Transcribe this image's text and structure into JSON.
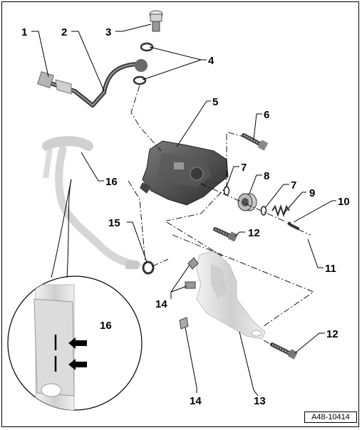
{
  "callouts": {
    "c1": "1",
    "c2": "2",
    "c3": "3",
    "c4": "4",
    "c5": "5",
    "c6": "6",
    "c7a": "7",
    "c7b": "7",
    "c8": "8",
    "c9": "9",
    "c10": "10",
    "c11": "11",
    "c12a": "12",
    "c12b": "12",
    "c13": "13",
    "c14a": "14",
    "c14b": "14",
    "c15": "15",
    "c16a": "16",
    "c16b": "16"
  },
  "reference": "A48-10414",
  "colors": {
    "part_dark": "#4a4a4a",
    "part_mid": "#8a8a8a",
    "part_light": "#d8d8d8",
    "line": "#000000"
  }
}
